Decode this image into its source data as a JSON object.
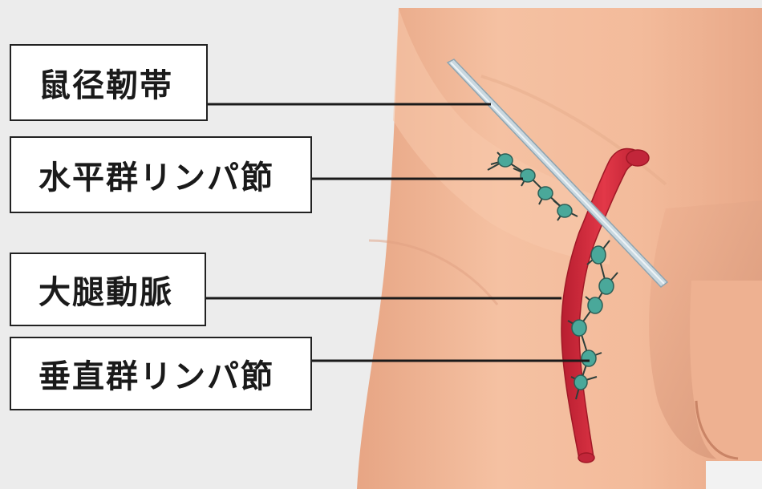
{
  "labels": {
    "inguinal_ligament": "鼠径靭帯",
    "horizontal_lymph_nodes": "水平群リンパ節",
    "femoral_artery": "大腿動脈",
    "vertical_lymph_nodes": "垂直群リンパ節"
  },
  "colors": {
    "background": "#ececec",
    "skin": "#f2b896",
    "skin_shadow": "#d99a78",
    "artery": "#d42a3a",
    "ligament": "#c9d8e0",
    "lymph_node": "#4aa89a",
    "leader_line": "#1a1a1a"
  }
}
